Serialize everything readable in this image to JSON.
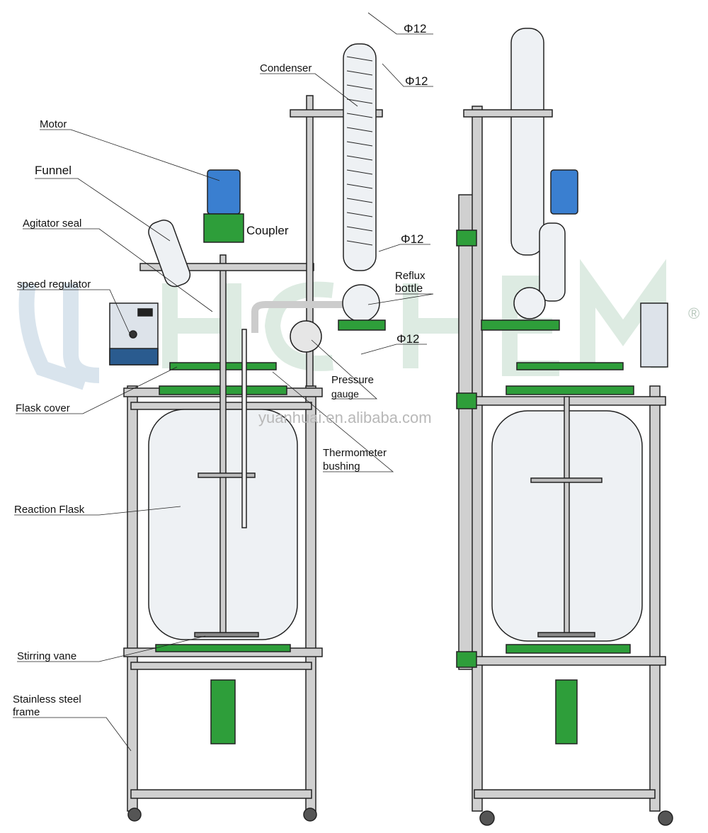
{
  "watermark": {
    "logo": "YHCHEM",
    "registered": "®",
    "url": "yuanhuai.en.alibaba.com"
  },
  "colors": {
    "green": "#2e9e3a",
    "motor_blue": "#3a7fd0",
    "frame": "#c8c8c8",
    "glass": "#eef1f4",
    "stroke": "#222222"
  },
  "labels": {
    "phi1": "Φ12",
    "condenser": "Condenser",
    "phi2": "Φ12",
    "motor": "Motor",
    "funnel": "Funnel",
    "agitator_seal": "Agitator seal",
    "coupler": "Coupler",
    "phi3": "Φ12",
    "reflux_1": "Reflux",
    "reflux_2": "bottle",
    "speed_regulator": "speed regulator",
    "phi4": "Φ12",
    "pressure_1": "Pressure",
    "pressure_2": "gauge",
    "flask_cover": "Flask cover",
    "thermometer_1": "Thermometer",
    "thermometer_2": "bushing",
    "reaction_flask": "Reaction Flask",
    "stirring_vane": "Stirring vane",
    "frame_1": "Stainless steel",
    "frame_2": "frame"
  }
}
